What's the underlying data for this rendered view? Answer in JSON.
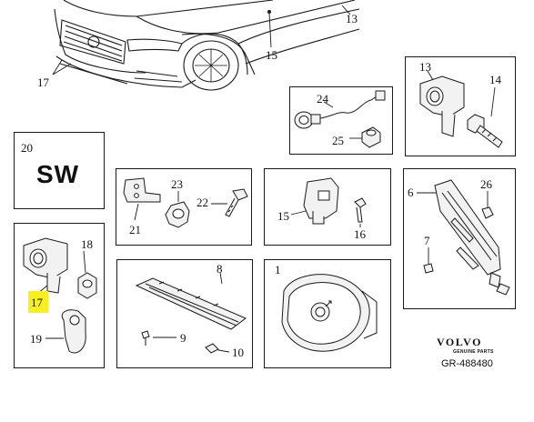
{
  "callouts": {
    "n13_top": "13",
    "n15_top": "15",
    "n17_top": "17",
    "n20": "20",
    "n24": "24",
    "n25": "25",
    "n13_right": "13",
    "n14": "14",
    "n23": "23",
    "n22": "22",
    "n21": "21",
    "n15_mid": "15",
    "n16": "16",
    "n6": "6",
    "n26": "26",
    "n7": "7",
    "n18": "18",
    "n17_highlight": "17",
    "n19": "19",
    "n8": "8",
    "n9": "9",
    "n10": "10",
    "n1": "1"
  },
  "sw_box": {
    "label": "SW"
  },
  "branding": {
    "name": "VOLVO",
    "sub": "GENUINE PARTS",
    "reference": "GR-488480"
  },
  "colors": {
    "highlight": "#f7ef1e",
    "line": "#1a1a1a",
    "part_fill": "#f2f2f2"
  }
}
